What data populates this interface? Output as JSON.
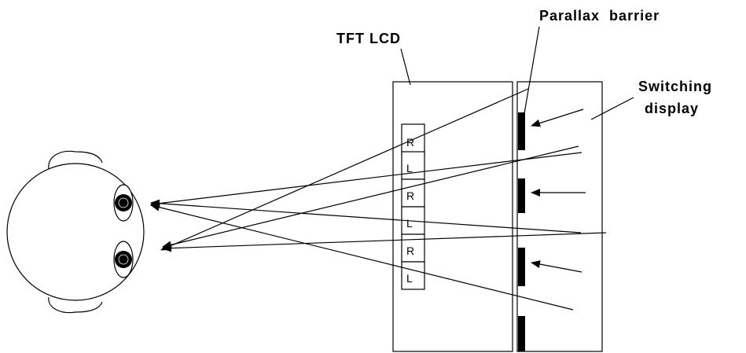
{
  "labels": {
    "tft_lcd": "TFT LCD",
    "parallax_barrier": "Parallax  barrier",
    "switching_display_line1": "Switching",
    "switching_display_line2": "display"
  },
  "pixels": [
    "R",
    "L",
    "R",
    "L",
    "R",
    "L"
  ],
  "colors": {
    "stroke": "#000000",
    "background": "#ffffff"
  }
}
